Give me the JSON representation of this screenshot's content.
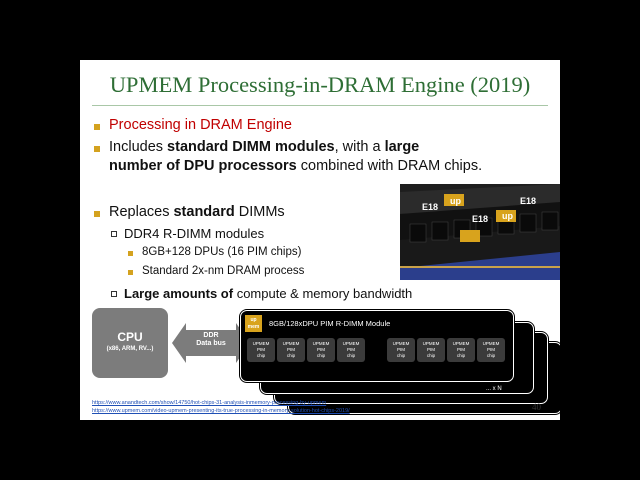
{
  "slide": {
    "title": "UPMEM Processing-in-DRAM Engine (2019)",
    "bullet1": "Processing in DRAM Engine",
    "bullet2_line1_a": "Includes ",
    "bullet2_line1_b": "standard DIMM modules",
    "bullet2_line1_c": ", with a ",
    "bullet2_line1_d": "large",
    "bullet2_line2_a": "number of DPU processors",
    "bullet2_line2_b": " combined with DRAM chips.",
    "bullet3_a": "Replaces ",
    "bullet3_b": "standard",
    "bullet3_c": " DIMMs",
    "sub1": "DDR4 R-DIMM modules",
    "subsub1": "8GB+128 DPUs (16 PIM chips)",
    "subsub2": "Standard 2x-nm DRAM process",
    "sub2_a": "Large amounts of",
    "sub2_b": " compute & memory bandwidth",
    "photo_text_1": "E18",
    "photo_text_2": "up"
  },
  "diagram": {
    "cpu_title": "CPU",
    "cpu_sub": "(x86, ARM, RV...)",
    "bus_line1": "DDR",
    "bus_line2": "Data bus",
    "logo_line1": "up",
    "logo_line2": "mem",
    "module_label": "8GB/128xDPU PIM R-DIMM Module",
    "chips": [
      {
        "l1": "UPMEM",
        "l2": "PIM",
        "l3": "chip"
      },
      {
        "l1": "UPMEM",
        "l2": "PIM",
        "l3": "chip"
      },
      {
        "l1": "UPMEM",
        "l2": "PIM",
        "l3": "chip"
      },
      {
        "l1": "UPMEM",
        "l2": "PIM",
        "l3": "chip"
      },
      {
        "l1": "UPMEM",
        "l2": "PIM",
        "l3": "chip"
      },
      {
        "l1": "UPMEM",
        "l2": "PIM",
        "l3": "chip"
      },
      {
        "l1": "UPMEM",
        "l2": "PIM",
        "l3": "chip"
      },
      {
        "l1": "UPMEM",
        "l2": "PIM",
        "l3": "chip"
      }
    ],
    "times_n": "... x N"
  },
  "footer": {
    "link1": "https://www.anandtech.com/show/14750/hot-chips-31-analysis-inmemory-processing-by-upmem",
    "link2": "https://www.upmem.com/video-upmem-presenting-its-true-processing-in-memory-solution-hot-chips-2019/",
    "page_number": "40"
  },
  "colors": {
    "title": "#2e6e35",
    "accent_red": "#c00000",
    "bullet_gold": "#d4a21f",
    "logo_gold": "#d8a31d",
    "cpu_gray": "#7c7c7c"
  }
}
